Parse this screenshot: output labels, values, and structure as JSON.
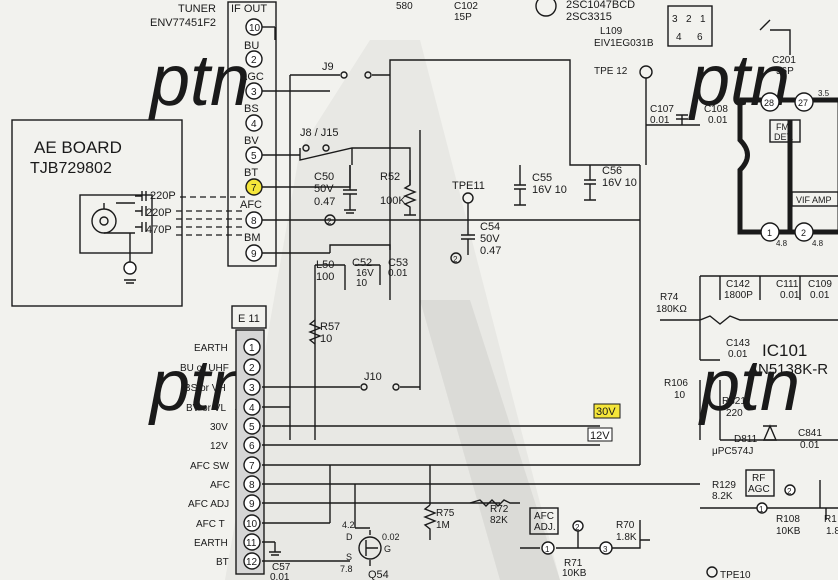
{
  "watermark": "ptn",
  "tuner": {
    "label": "TUNER",
    "model": "ENV77451F2",
    "if_out": "IF OUT",
    "pins": [
      {
        "num": "10",
        "label": ""
      },
      {
        "num": "2",
        "label": "BU"
      },
      {
        "num": "3",
        "label": "AGC"
      },
      {
        "num": "4",
        "label": "BS"
      },
      {
        "num": "5",
        "label": "BV"
      },
      {
        "num": "7",
        "label": "BT"
      },
      {
        "num": "8",
        "label": "AFC"
      },
      {
        "num": "9",
        "label": "BM"
      }
    ]
  },
  "ae_board": {
    "title": "AE BOARD",
    "model": "TJB729802",
    "caps": [
      "220P",
      "220P",
      "470P"
    ]
  },
  "connector": {
    "label": "E 11",
    "pins": [
      {
        "num": "1",
        "label": "EARTH"
      },
      {
        "num": "2",
        "label": "BU or UHF"
      },
      {
        "num": "3",
        "label": "BS or VH"
      },
      {
        "num": "4",
        "label": "BV or VL"
      },
      {
        "num": "5",
        "label": "30V"
      },
      {
        "num": "6",
        "label": "12V"
      },
      {
        "num": "7",
        "label": "AFC SW"
      },
      {
        "num": "8",
        "label": "AFC"
      },
      {
        "num": "9",
        "label": "AFC ADJ"
      },
      {
        "num": "10",
        "label": "AFC T"
      },
      {
        "num": "11",
        "label": "EARTH"
      },
      {
        "num": "12",
        "label": "BT"
      }
    ]
  },
  "jumpers": {
    "j9": "J9",
    "j8": "J8 / J15",
    "j10": "J10"
  },
  "components": {
    "c50": [
      "C50",
      "50V",
      "0.47"
    ],
    "r52": [
      "R52",
      "100K"
    ],
    "c54": [
      "C54",
      "50V",
      "0.47"
    ],
    "tpe11": "TPE11",
    "c55": [
      "C55",
      "16V 10"
    ],
    "c56": [
      "C56",
      "16V 10"
    ],
    "l50": [
      "L50",
      "100"
    ],
    "c52": [
      "C52",
      "16V",
      "10"
    ],
    "c53": [
      "C53",
      "0.01"
    ],
    "r57": [
      "R57",
      "10"
    ],
    "c102": [
      "C102",
      "15P"
    ],
    "r_580": "580",
    "q_top": [
      "2SC1047BCD",
      "2SC3315"
    ],
    "l109": [
      "L109",
      "EIV1EG031B"
    ],
    "tpe12": "TPE 12",
    "c107": [
      "C107",
      "0.01"
    ],
    "c108": [
      "C108",
      "0.01"
    ],
    "c201": [
      "C201",
      "56P"
    ],
    "fm_det": [
      "FM",
      "DET."
    ],
    "vif_amp": "VIF AMP",
    "pin28": "28",
    "pin27": "27",
    "pin1": "1",
    "pin2": "2",
    "v48a": "4.8",
    "v48b": "4.8",
    "v35": "3.5",
    "r74": [
      "R74",
      "180KΩ"
    ],
    "c142": [
      "C142",
      "1800P"
    ],
    "c111": [
      "C111",
      "0.01"
    ],
    "c109": [
      "C109",
      "0.01"
    ],
    "c143": [
      "C143",
      "0.01"
    ],
    "ic101": [
      "IC101",
      "AN5138K-R"
    ],
    "r106": [
      "R106",
      "10"
    ],
    "r821": [
      "R821",
      "220"
    ],
    "d811": [
      "D811",
      "μPC574J"
    ],
    "c841": [
      "C841",
      "0.01"
    ],
    "rf_agc": [
      "RF",
      "AGC"
    ],
    "r129": [
      "R129",
      "8.2K"
    ],
    "r108": [
      "R108",
      "10KB"
    ],
    "r_partial": "R1",
    "r_partial_val": "1.8",
    "r75": [
      "R75",
      "1M"
    ],
    "r72": [
      "R72",
      "82K"
    ],
    "afc_adj": [
      "AFC",
      "ADJ."
    ],
    "r70": [
      "R70",
      "1.8K"
    ],
    "r71": [
      "R71",
      "10KB"
    ],
    "q54": "Q54",
    "q54_v": [
      "4.2",
      "D",
      "S",
      "7.8",
      "0.02",
      "G"
    ],
    "c57": [
      "C57",
      "0.01"
    ],
    "tpe10": "TPE10",
    "v30_tag": "30V",
    "v12_tag": "12V",
    "num1": "1",
    "num2": "2",
    "num3": "3",
    "tr_pins": [
      "3",
      "2",
      "1",
      "4",
      "6"
    ]
  }
}
